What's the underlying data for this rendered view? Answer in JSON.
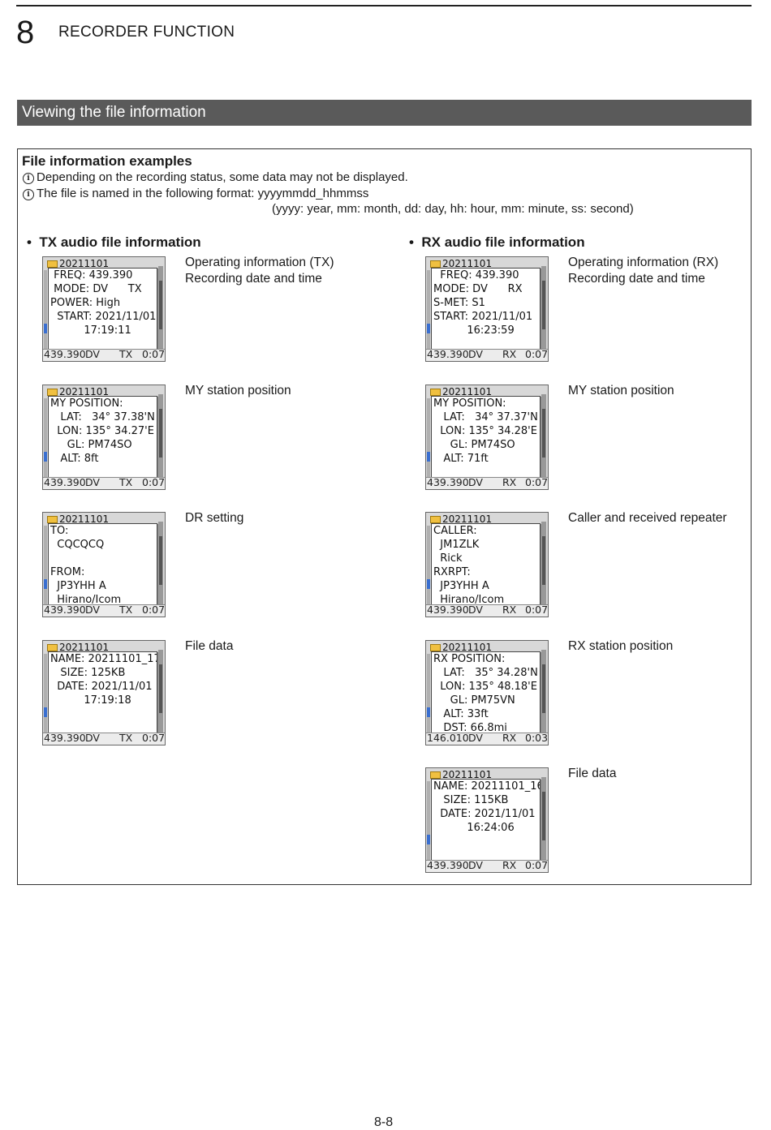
{
  "header": {
    "chapter_number": "8",
    "chapter_title": "RECORDER FUNCTION"
  },
  "section": {
    "title": "Viewing the file information"
  },
  "intro": {
    "heading": "File information examples",
    "note1": "Depending on the recording status, some data may not be displayed.",
    "note2": "The file is named in the following format: yyyymmdd_hhmmss",
    "note2_legend": "(yyyy: year, mm: month, dd: day, hh: hour, mm: minute, ss: second)"
  },
  "tx": {
    "heading": "TX audio file information",
    "screens": [
      {
        "folder": "20211101",
        "lines": [
          " FREQ: 439.390",
          " MODE: DV      TX",
          "POWER: High",
          "  START: 2021/11/01",
          "          17:19:11"
        ],
        "status": {
          "freq": "439.390",
          "mode": "DV",
          "dir": "TX",
          "time": "0:07"
        },
        "captions": [
          "Operating information (TX)",
          "Recording date and time"
        ]
      },
      {
        "folder": "20211101",
        "lines": [
          "MY POSITION:",
          "   LAT:   34° 37.38'N",
          "  LON: 135° 34.27'E",
          "     GL: PM74SO",
          "   ALT: 8ft"
        ],
        "status": {
          "freq": "439.390",
          "mode": "DV",
          "dir": "TX",
          "time": "0:07"
        },
        "captions": [
          "MY station position"
        ]
      },
      {
        "folder": "20211101",
        "lines": [
          "TO:",
          "  CQCQCQ",
          "",
          "FROM:",
          "  JP3YHH A",
          "  Hirano/Icom"
        ],
        "status": {
          "freq": "439.390",
          "mode": "DV",
          "dir": "TX",
          "time": "0:07"
        },
        "captions": [
          "DR setting"
        ]
      },
      {
        "folder": "20211101",
        "lines": [
          "NAME: 20211101_17",
          "   SIZE: 125KB",
          "  DATE: 2021/11/01",
          "          17:19:18"
        ],
        "status": {
          "freq": "439.390",
          "mode": "DV",
          "dir": "TX",
          "time": "0:07"
        },
        "captions": [
          "File data"
        ]
      }
    ]
  },
  "rx": {
    "heading": "RX audio file information",
    "screens": [
      {
        "folder": "20211101",
        "lines": [
          "  FREQ: 439.390",
          "MODE: DV      RX",
          "S-MET: S1",
          "START: 2021/11/01",
          "          16:23:59"
        ],
        "status": {
          "freq": "439.390",
          "mode": "DV",
          "dir": "RX",
          "time": "0:07"
        },
        "captions": [
          "Operating information (RX)",
          "Recording date and time"
        ]
      },
      {
        "folder": "20211101",
        "lines": [
          "MY POSITION:",
          "   LAT:   34° 37.37'N",
          "  LON: 135° 34.28'E",
          "     GL: PM74SO",
          "   ALT: 71ft"
        ],
        "status": {
          "freq": "439.390",
          "mode": "DV",
          "dir": "RX",
          "time": "0:07"
        },
        "captions": [
          "MY station position"
        ]
      },
      {
        "folder": "20211101",
        "lines": [
          "CALLER:",
          "  JM1ZLK",
          "  Rick",
          "RXRPT:",
          "  JP3YHH A",
          "  Hirano/Icom"
        ],
        "status": {
          "freq": "439.390",
          "mode": "DV",
          "dir": "RX",
          "time": "0:07"
        },
        "captions": [
          "Caller and received repeater"
        ]
      },
      {
        "folder": "20211101",
        "lines": [
          "RX POSITION:",
          "   LAT:   35° 34.28'N",
          "  LON: 135° 48.18'E",
          "     GL: PM75VN",
          "   ALT: 33ft",
          "   DST: 66.8mi"
        ],
        "status": {
          "freq": "146.010",
          "mode": "DV",
          "dir": "RX",
          "time": "0:03"
        },
        "captions": [
          "RX station position"
        ]
      },
      {
        "folder": "20211101",
        "lines": [
          "NAME: 20211101_16",
          "   SIZE: 115KB",
          "  DATE: 2021/11/01",
          "          16:24:06"
        ],
        "status": {
          "freq": "439.390",
          "mode": "DV",
          "dir": "RX",
          "time": "0:07"
        },
        "captions": [
          "File data"
        ]
      }
    ]
  },
  "footer": {
    "page_number": "8-8"
  }
}
